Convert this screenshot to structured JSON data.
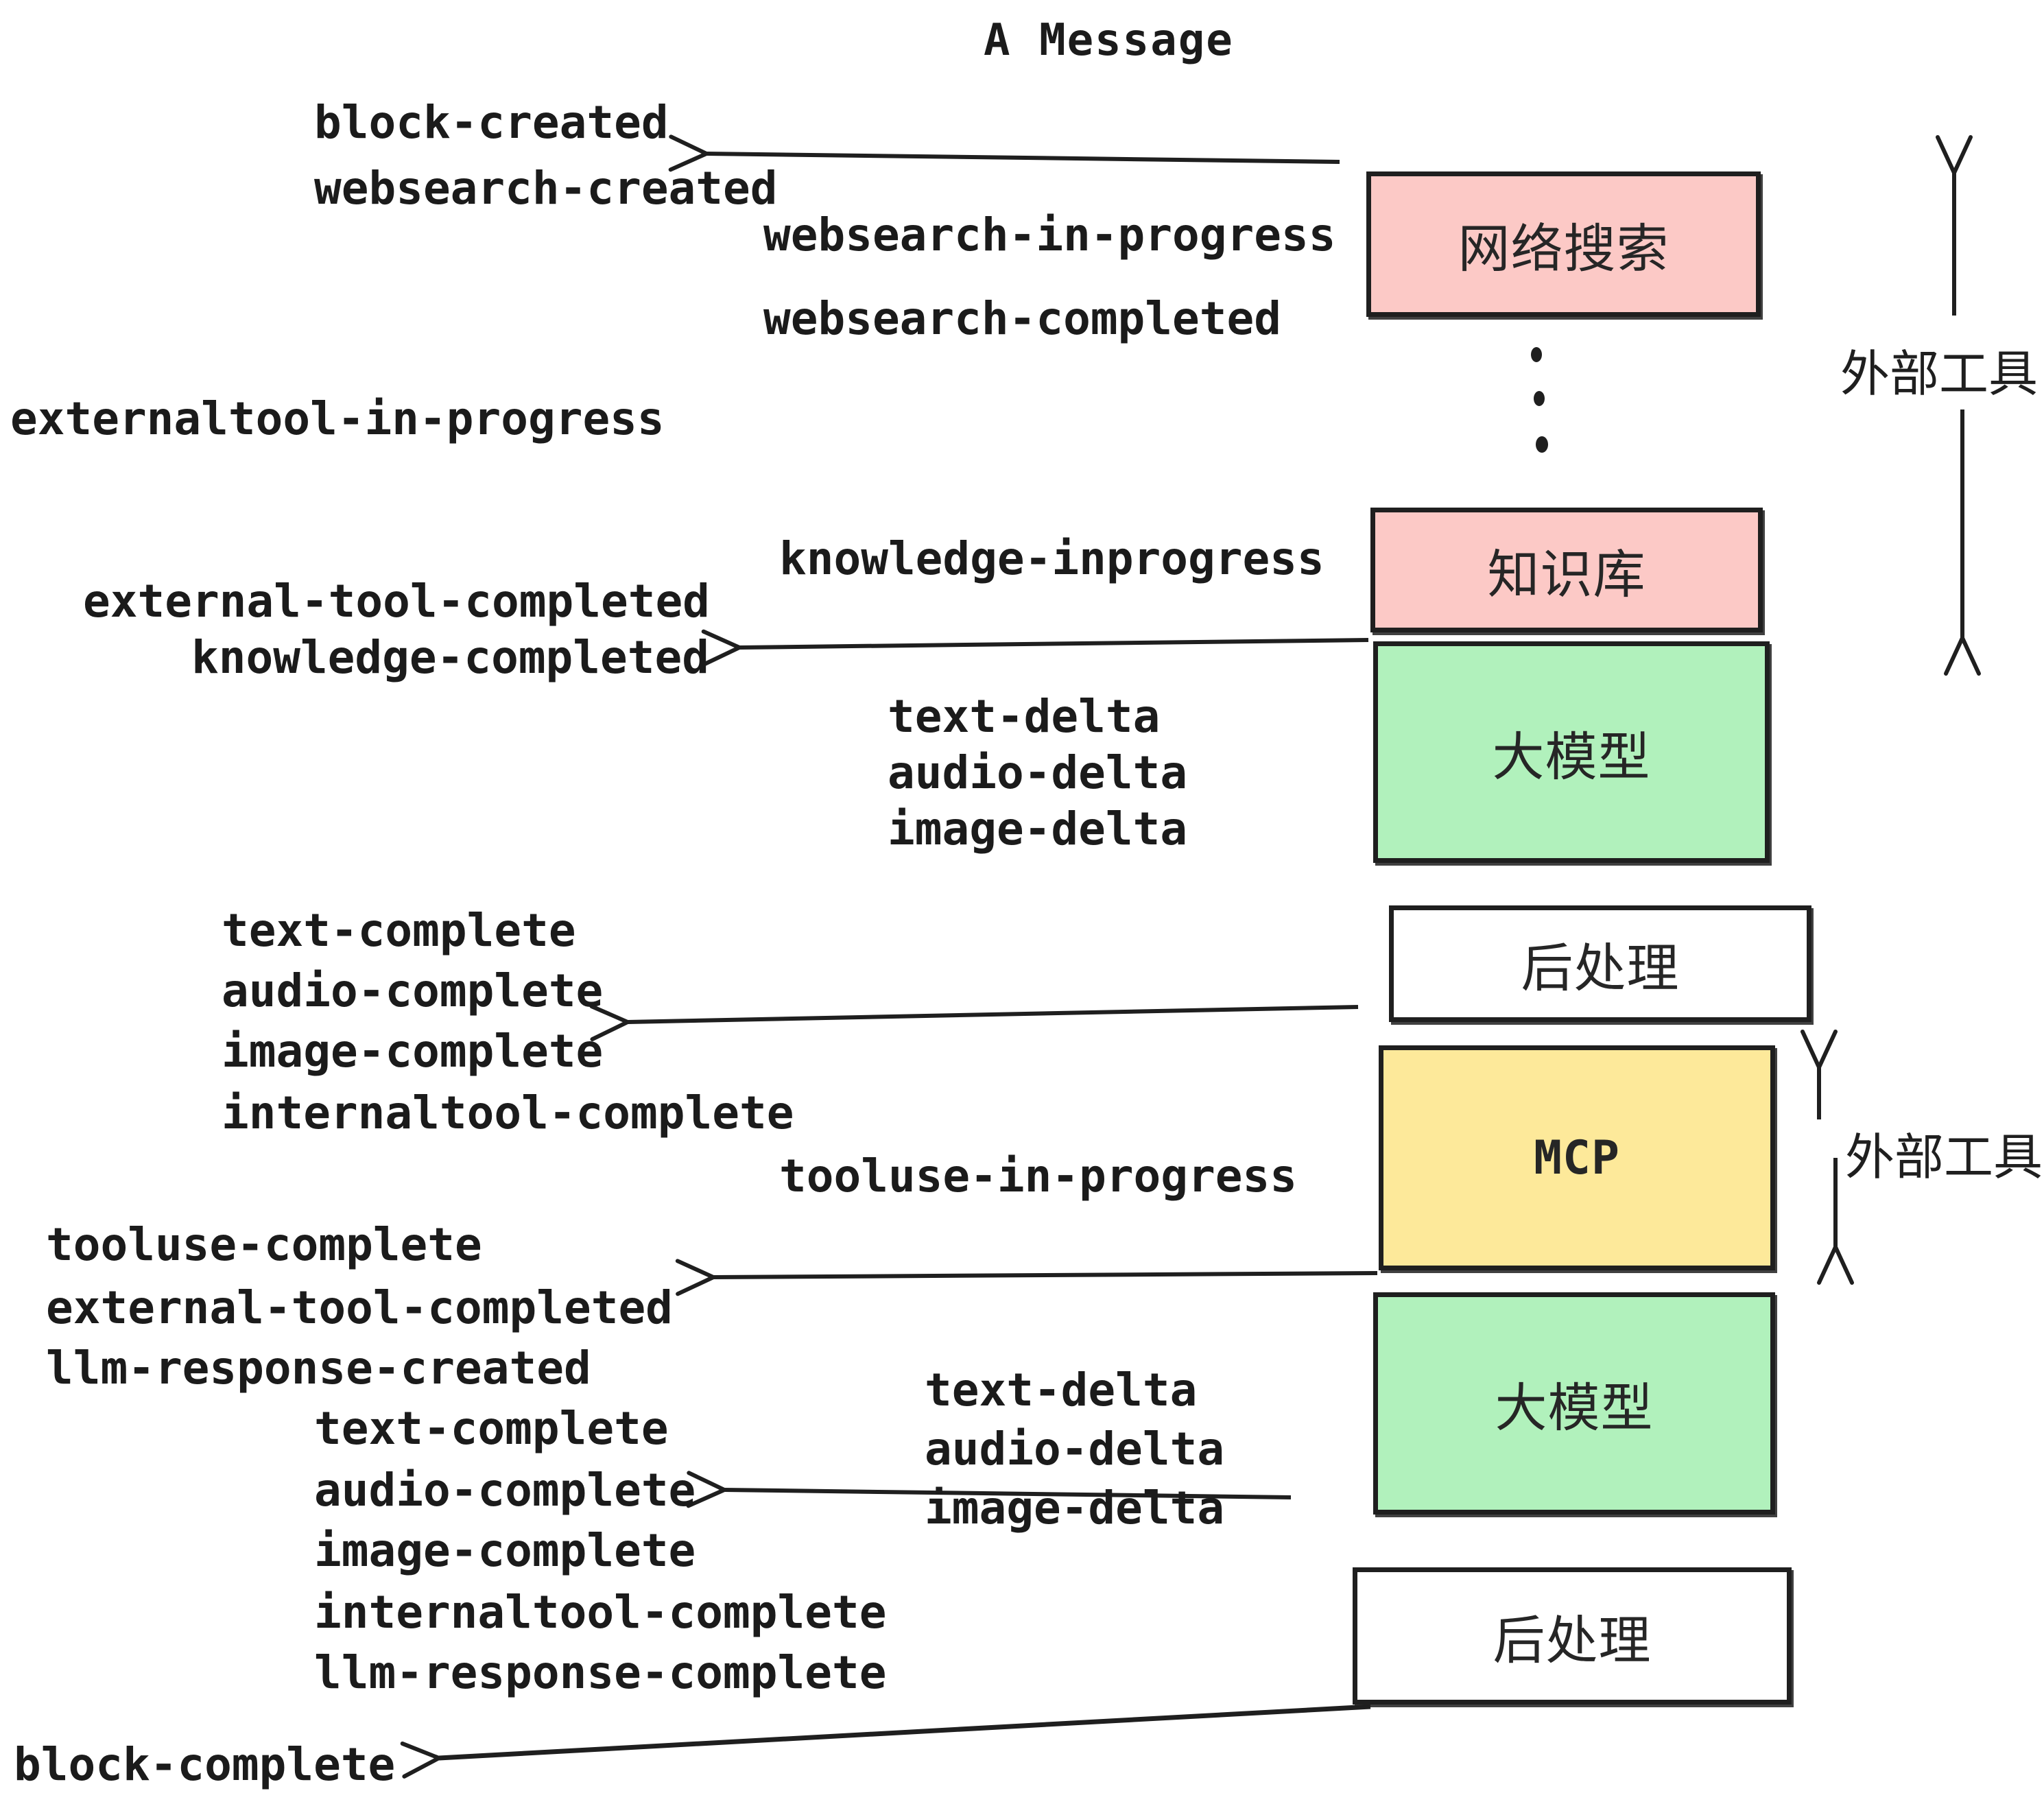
{
  "title": "A Message",
  "palette": {
    "pink": "#fcc9c6",
    "green": "#b1f1bc",
    "yellow": "#fde99a",
    "white": "#ffffff",
    "ink": "#1f1f1f"
  },
  "boxes": [
    {
      "label": "网络搜索",
      "fill": "pink"
    },
    {
      "label": "知识库",
      "fill": "pink"
    },
    {
      "label": "大模型",
      "fill": "green"
    },
    {
      "label": "后处理",
      "fill": "white"
    },
    {
      "label": "MCP",
      "fill": "yellow"
    },
    {
      "label": "大模型",
      "fill": "green"
    },
    {
      "label": "后处理",
      "fill": "white"
    }
  ],
  "side_labels": [
    {
      "text": "外部工具"
    },
    {
      "text": "外部工具"
    }
  ],
  "events": [
    {
      "text": "block-created"
    },
    {
      "text": "websearch-created"
    },
    {
      "text": "websearch-in-progress"
    },
    {
      "text": "websearch-completed"
    },
    {
      "text": "externaltool-in-progress"
    },
    {
      "text": "knowledge-inprogress"
    },
    {
      "text": "external-tool-completed"
    },
    {
      "text": "knowledge-completed"
    },
    {
      "text": "text-delta"
    },
    {
      "text": "audio-delta"
    },
    {
      "text": "image-delta"
    },
    {
      "text": "text-complete"
    },
    {
      "text": "audio-complete"
    },
    {
      "text": "image-complete"
    },
    {
      "text": "internaltool-complete"
    },
    {
      "text": "tooluse-in-progress"
    },
    {
      "text": "tooluse-complete"
    },
    {
      "text": "external-tool-completed"
    },
    {
      "text": "llm-response-created"
    },
    {
      "text": "text-delta"
    },
    {
      "text": "audio-delta"
    },
    {
      "text": "image-delta"
    },
    {
      "text": "text-complete"
    },
    {
      "text": "audio-complete"
    },
    {
      "text": "image-complete"
    },
    {
      "text": "internaltool-complete"
    },
    {
      "text": "llm-response-complete"
    },
    {
      "text": "block-complete"
    }
  ]
}
